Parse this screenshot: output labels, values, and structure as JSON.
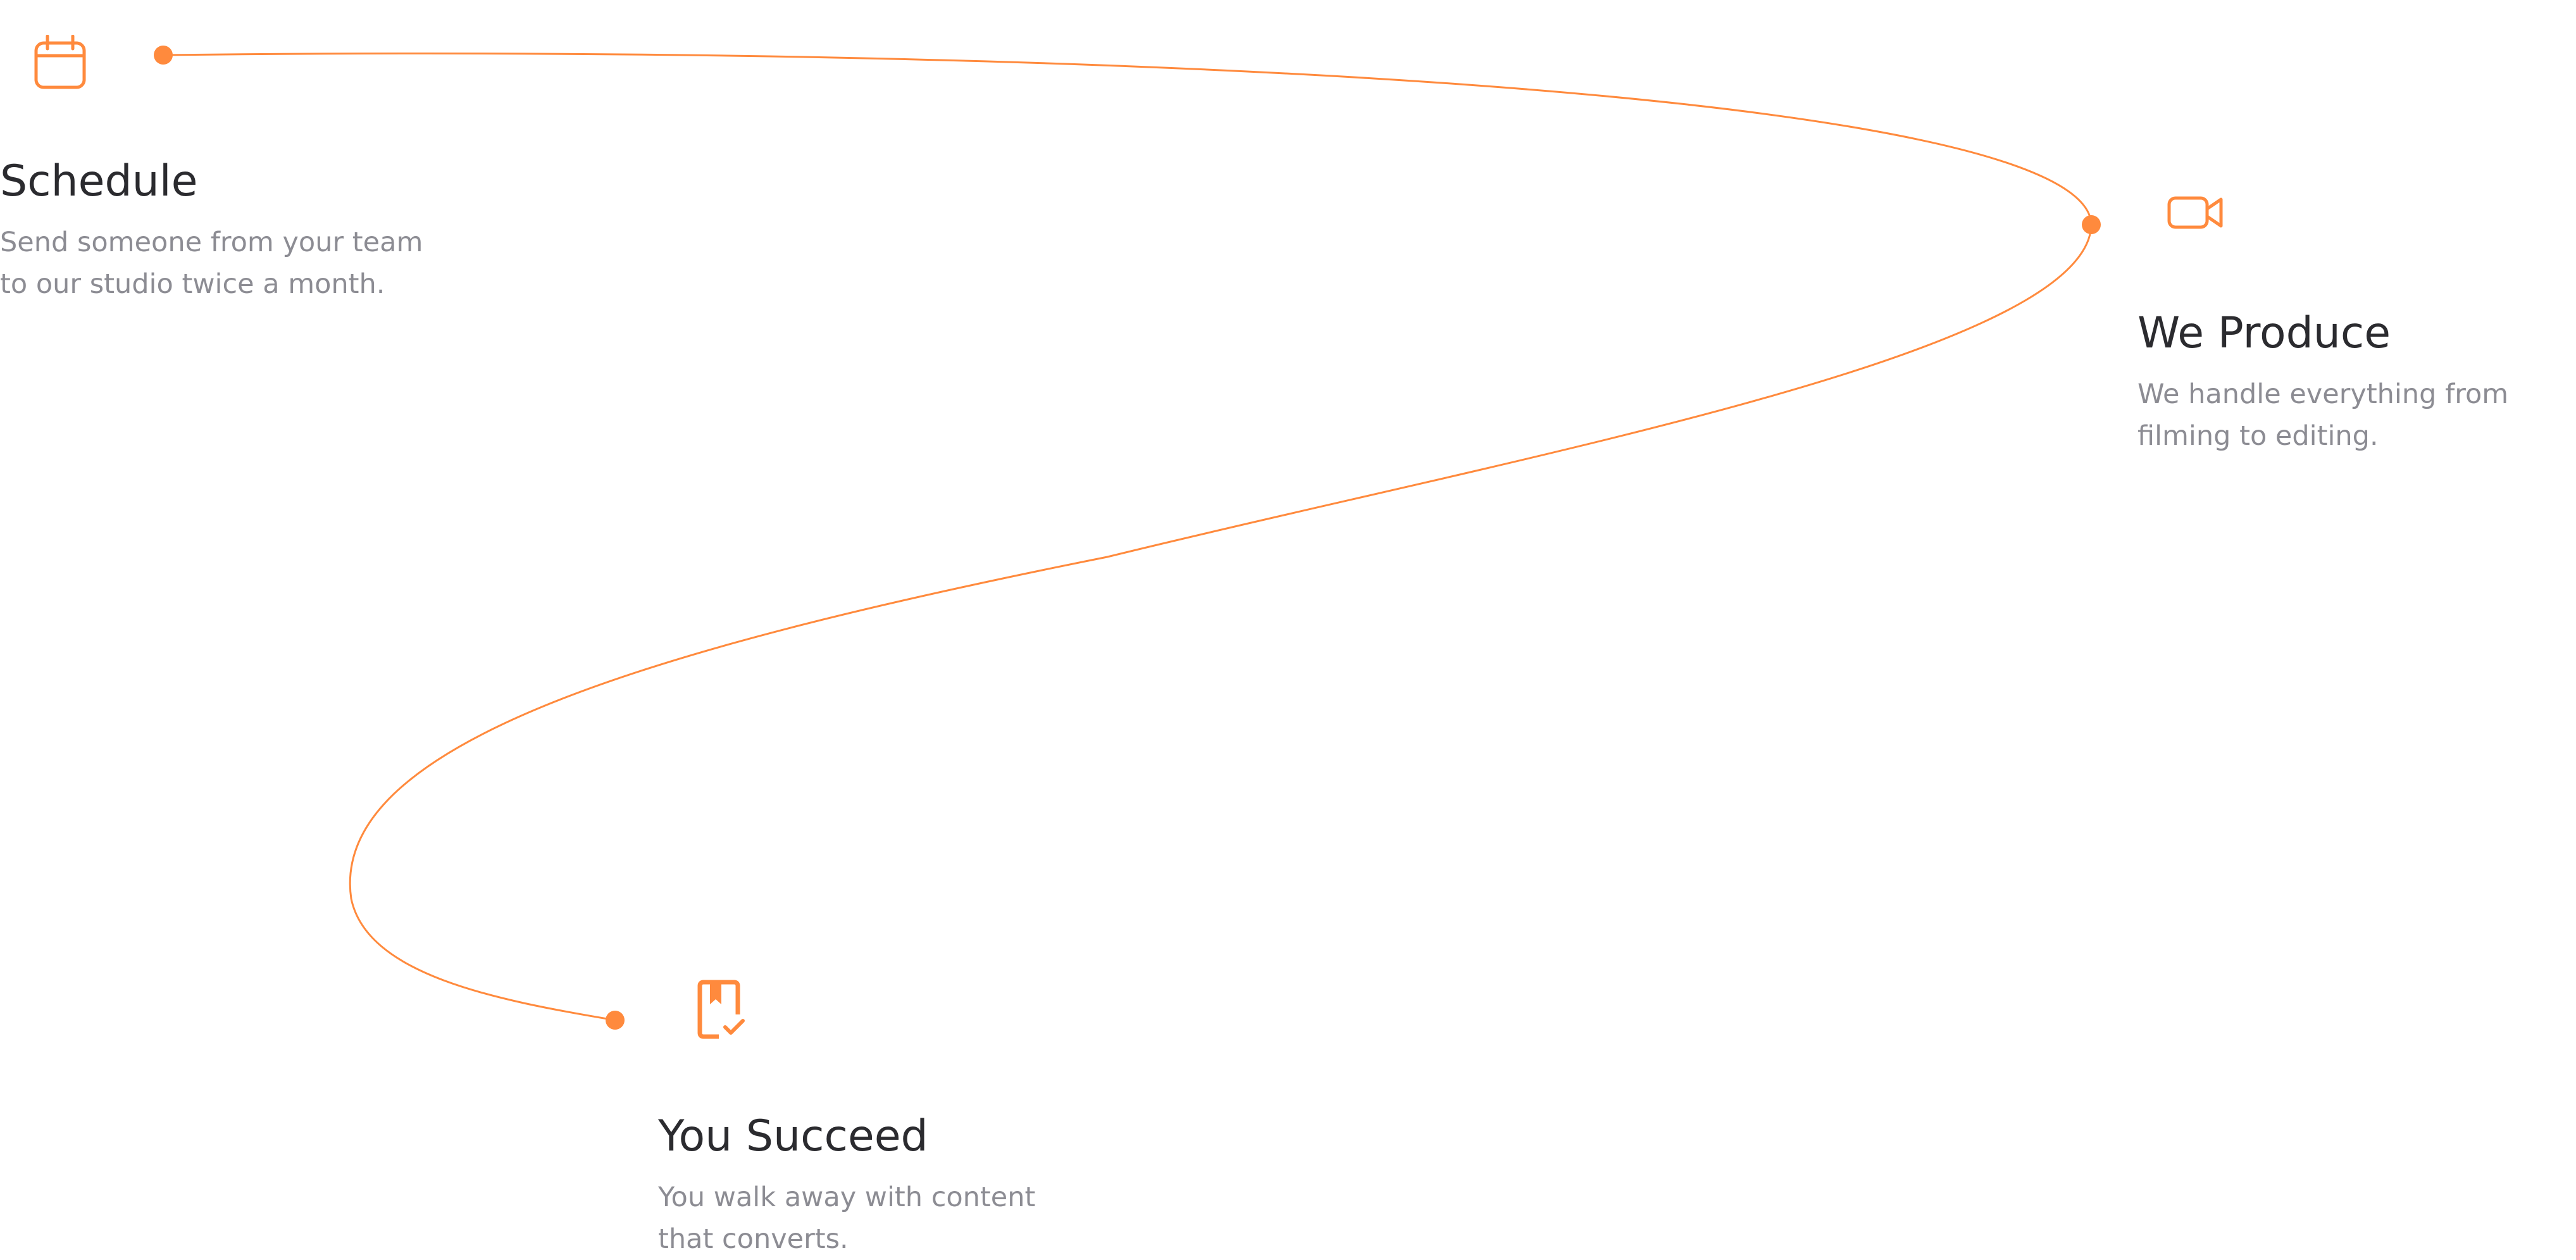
{
  "colors": {
    "accent": "#ff8a3d",
    "title": "#2b2b2f",
    "description": "#8c8c93",
    "background": "#ffffff"
  },
  "steps": [
    {
      "icon": "calendar-icon",
      "title": "Schedule",
      "description": [
        "Send someone from your team",
        "to our studio twice a month."
      ]
    },
    {
      "icon": "video-camera-icon",
      "title": "We Produce",
      "description": [
        "We handle everything from",
        "filming to editing."
      ]
    },
    {
      "icon": "bookmark-check-icon",
      "title": "You Succeed",
      "description": [
        "You walk away with content",
        "that converts."
      ]
    }
  ]
}
